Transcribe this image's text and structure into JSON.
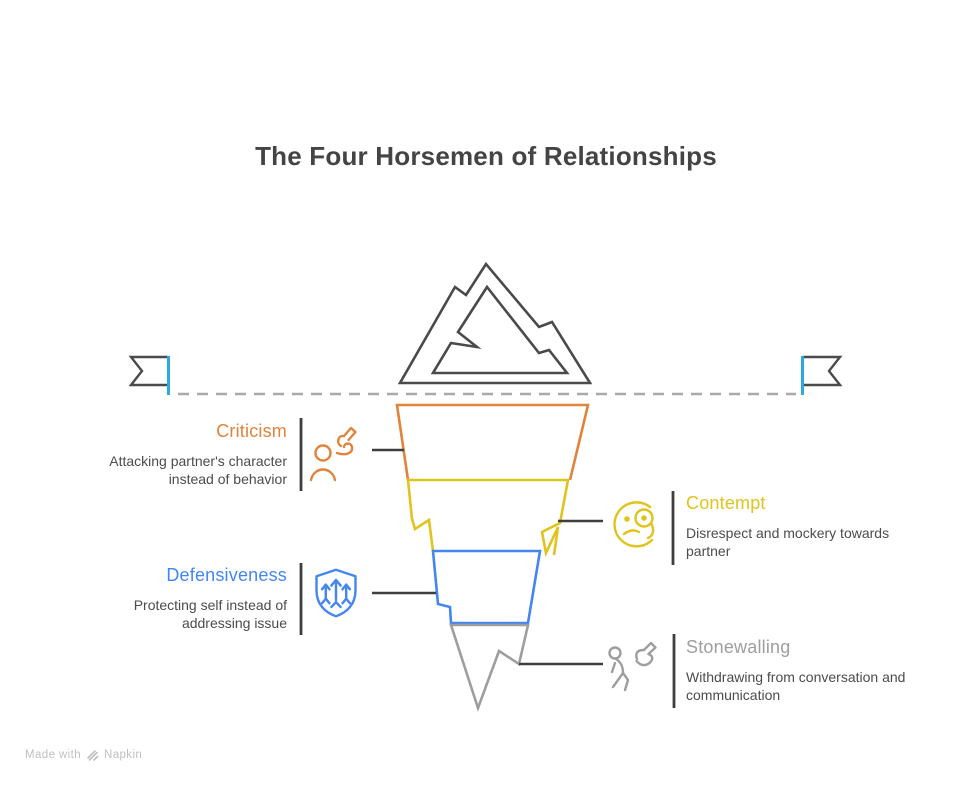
{
  "colors": {
    "ink": "#444444",
    "mountain": "#4a4a4a",
    "connector": "#3e3e3e",
    "orange": "#e0833b",
    "yellow": "#e0c31c",
    "blue": "#4486f0",
    "gray": "#9e9e9e",
    "text": "#4c4c4c",
    "muted": "#bfbfbf",
    "flagpole": "#2ba9e0",
    "dash": "#a9a9a9"
  },
  "header": {
    "title": "The Four Horsemen of Relationships"
  },
  "items": [
    {
      "label": "Criticism",
      "description": "Attacking partner's character instead of behavior",
      "color": "orange",
      "icon": "criticizing-person-icon",
      "side": "left"
    },
    {
      "label": "Contempt",
      "description": "Disrespect and mockery towards partner",
      "color": "yellow",
      "icon": "monocle-face-icon",
      "side": "right"
    },
    {
      "label": "Defensiveness",
      "description": "Protecting self instead of addressing issue",
      "color": "blue",
      "icon": "shield-arrows-icon",
      "side": "left"
    },
    {
      "label": "Stonewalling",
      "description": "Withdrawing from conversation and communication",
      "color": "gray",
      "icon": "walking-away-person-icon",
      "side": "right"
    }
  ],
  "footer": {
    "made_with": "Made with",
    "brand": "Napkin"
  }
}
